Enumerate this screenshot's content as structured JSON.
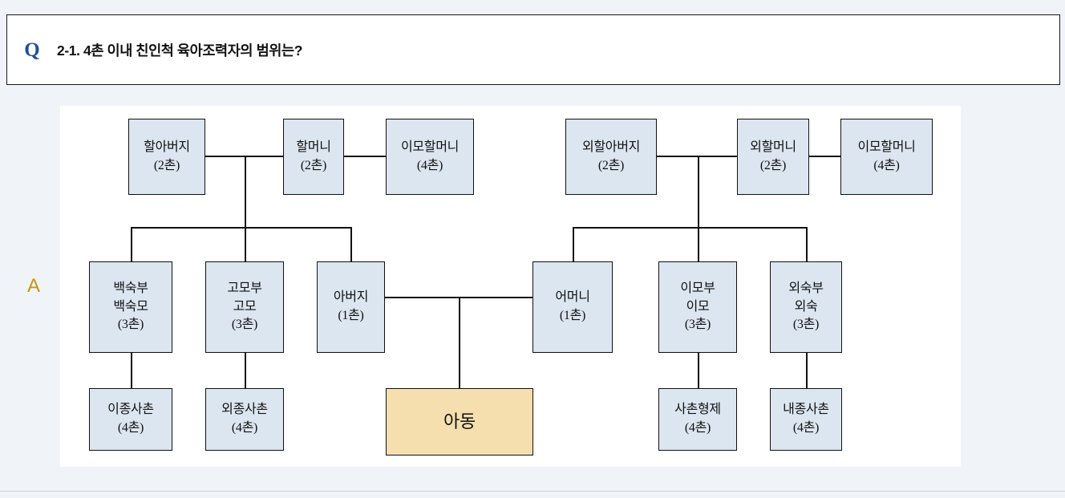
{
  "header": {
    "q_marker": "Q",
    "a_marker": "A",
    "title": "2-1. 4촌 이내 친인척 육아조력자의 범위는?"
  },
  "colors": {
    "page_background": "#f0f4f8",
    "panel_background": "#ffffff",
    "node_fill": "#dce6f1",
    "node_border": "#111111",
    "child_fill": "#f5dfae",
    "q_marker": "#1f4e9c",
    "a_marker": "#c8960c"
  },
  "diagram": {
    "type": "family-tree",
    "nodes": [
      {
        "id": "grandfather",
        "line1": "할아버지",
        "line2": "(2촌)",
        "generation": 1,
        "side": "paternal"
      },
      {
        "id": "grandmother",
        "line1": "할머니",
        "line2": "(2촌)",
        "generation": 1,
        "side": "paternal"
      },
      {
        "id": "grand-aunt-pat",
        "line1": "이모할머니",
        "line2": "(4촌)",
        "generation": 1,
        "side": "paternal"
      },
      {
        "id": "maternal-grandfather",
        "line1": "외할아버지",
        "line2": "(2촌)",
        "generation": 1,
        "side": "maternal"
      },
      {
        "id": "maternal-grandmother",
        "line1": "외할머니",
        "line2": "(2촌)",
        "generation": 1,
        "side": "maternal"
      },
      {
        "id": "grand-aunt-mat",
        "line1": "이모할머니",
        "line2": "(4촌)",
        "generation": 1,
        "side": "maternal"
      },
      {
        "id": "uncle-aunt-pat",
        "line1": "백숙부",
        "line2": "백숙모",
        "line3": "(3촌)",
        "generation": 2,
        "side": "paternal"
      },
      {
        "id": "aunt-husband-pat",
        "line1": "고모부",
        "line2": "고모",
        "line3": "(3촌)",
        "generation": 2,
        "side": "paternal"
      },
      {
        "id": "father",
        "line1": "아버지",
        "line2": "(1촌)",
        "generation": 2,
        "side": "paternal"
      },
      {
        "id": "mother",
        "line1": "어머니",
        "line2": "(1촌)",
        "generation": 2,
        "side": "maternal"
      },
      {
        "id": "aunt-husband-mat",
        "line1": "이모부",
        "line2": "이모",
        "line3": "(3촌)",
        "generation": 2,
        "side": "maternal"
      },
      {
        "id": "uncle-aunt-mat",
        "line1": "외숙부",
        "line2": "외숙",
        "line3": "(3촌)",
        "generation": 2,
        "side": "maternal"
      },
      {
        "id": "cousin-ijong",
        "line1": "이종사촌",
        "line2": "(4촌)",
        "generation": 3,
        "side": "paternal"
      },
      {
        "id": "cousin-oejong",
        "line1": "외종사촌",
        "line2": "(4촌)",
        "generation": 3,
        "side": "paternal"
      },
      {
        "id": "child",
        "line1": "아동",
        "generation": 3,
        "side": "center"
      },
      {
        "id": "cousin-sachon",
        "line1": "사촌형제",
        "line2": "(4촌)",
        "generation": 3,
        "side": "maternal"
      },
      {
        "id": "cousin-naejong",
        "line1": "내종사촌",
        "line2": "(4촌)",
        "generation": 3,
        "side": "maternal"
      }
    ]
  }
}
